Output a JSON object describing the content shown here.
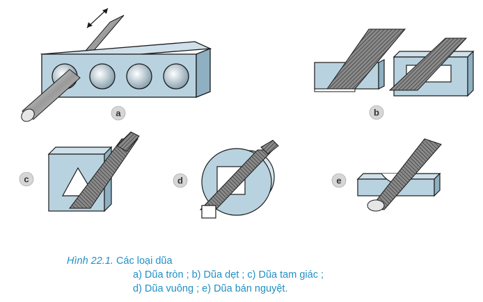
{
  "figure": {
    "labels": [
      "a",
      "b",
      "c",
      "d",
      "e"
    ],
    "colors": {
      "steel": "#b9d2df",
      "steel_dark": "#7fa3b7",
      "outline": "#1a1a1a",
      "badge": "#d6d6d6",
      "hatch": "#555555"
    }
  },
  "caption": {
    "label": "Hình 22.1.",
    "title": "Các loại dũa",
    "line2": "a) Dũa tròn ; b) Dũa dẹt ; c) Dũa tam giác ;",
    "line3": "d) Dũa vuông ; e) Dũa bán nguyệt."
  }
}
